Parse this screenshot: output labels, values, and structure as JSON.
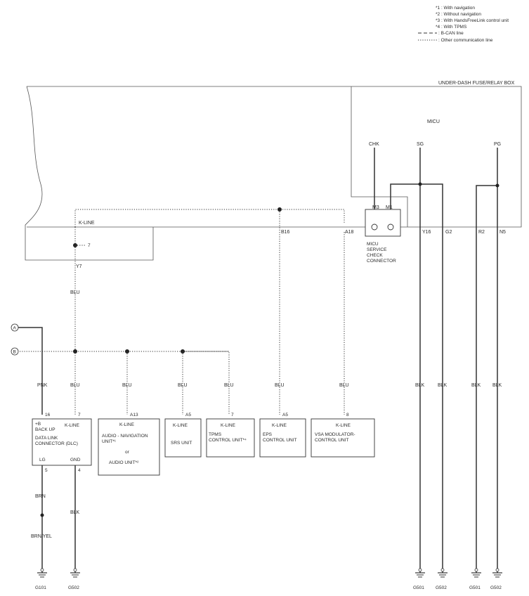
{
  "legend": [
    "*1 : With navigation",
    "*2 : Without navigation",
    "*3 : With HandsFreeLink control unit",
    "*4 : With TPMS",
    ": B-CAN line",
    ": Other communication line"
  ],
  "fuse_box": {
    "title": "UNDER-DASH FUSE/RELAY BOX",
    "micu": "MICU",
    "k_line": "K-LINE",
    "ref_7": "7",
    "pins": {
      "chk": "CHK",
      "sg": "SG",
      "pg": "PG",
      "m3": "M3",
      "m1": "M1"
    },
    "terminals": {
      "y7": "Y7",
      "b16": "B16",
      "a18": "A18",
      "y16": "Y16",
      "g2": "G2",
      "r2": "R2",
      "n5": "N5"
    },
    "service_connector": [
      "MICU",
      "SERVICE",
      "CHECK",
      "CONNECTOR"
    ]
  },
  "connectors": {
    "a": "A",
    "b": "B"
  },
  "wires": {
    "blu": "BLU",
    "pnk": "PNK",
    "blk": "BLK",
    "brn": "BRN",
    "brn_yel": "BRN/YEL"
  },
  "pin_numbers": {
    "dlc_16": "16",
    "dlc_7": "7",
    "audio_a13": "A13",
    "srs_a5": "A5",
    "tpms_7": "7",
    "eps_a5": "A5",
    "vsa_8": "8",
    "dlc_5": "5",
    "dlc_4": "4"
  },
  "units": {
    "dlc": {
      "b_backup": [
        "+B",
        "BACK UP"
      ],
      "k_line": "K-LINE",
      "name": [
        "DATA LINK",
        "CONNECTOR (DLC)"
      ],
      "lg": "LG",
      "gnd": "GND"
    },
    "audio_nav": {
      "k_line": "K-LINE",
      "name": [
        "AUDIO - NAVIGATION",
        "UNIT*¹"
      ],
      "or": "or",
      "alt": "AUDIO UNIT*²"
    },
    "srs": {
      "k_line": "K-LINE",
      "name": "SRS UNIT"
    },
    "tpms": {
      "k_line": "K-LINE",
      "name": [
        "TPMS",
        "CONTROL UNIT*⁴"
      ]
    },
    "eps": {
      "k_line": "K-LINE",
      "name": [
        "EPS",
        "CONTROL UNIT"
      ]
    },
    "vsa": {
      "k_line": "K-LINE",
      "name": [
        "VSA MODULATOR-",
        "CONTROL UNIT"
      ]
    }
  },
  "grounds": [
    "G101",
    "G502",
    "G501",
    "G502",
    "G501",
    "G502"
  ]
}
